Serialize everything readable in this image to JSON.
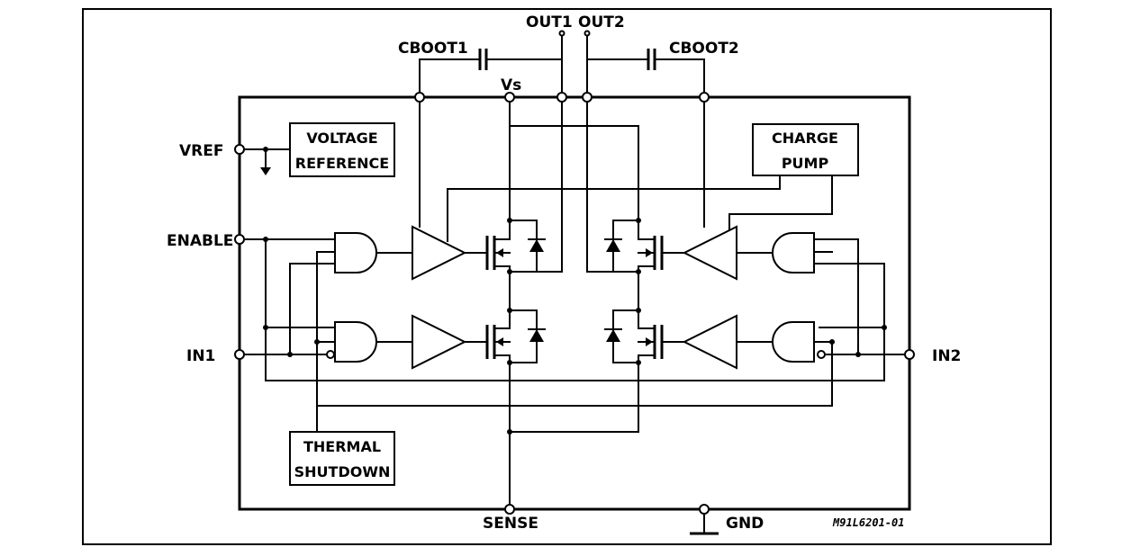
{
  "pins": {
    "out1": "OUT1",
    "out2": "OUT2",
    "cboot1": "CBOOT1",
    "cboot2": "CBOOT2",
    "vs": "Vs",
    "vref": "VREF",
    "enable": "ENABLE",
    "in1": "IN1",
    "in2": "IN2",
    "sense": "SENSE",
    "gnd": "GND"
  },
  "blocks": {
    "voltage_reference": [
      "VOLTAGE",
      "REFERENCE"
    ],
    "charge_pump": [
      "CHARGE",
      "PUMP"
    ],
    "thermal_shutdown": [
      "THERMAL",
      "SHUTDOWN"
    ]
  },
  "figure_code": "M91L6201-01"
}
